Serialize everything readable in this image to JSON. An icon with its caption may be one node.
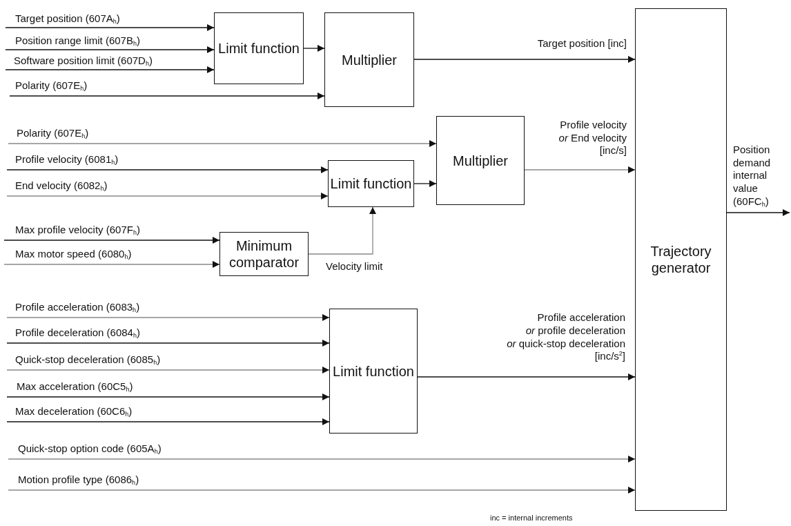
{
  "diagram": {
    "nodes": [
      {
        "text": [
          "Limit function"
        ]
      },
      {
        "text": [
          "Multiplier"
        ]
      },
      {
        "text": [
          "Trajectory generator"
        ]
      },
      {
        "text": [
          "Multiplier"
        ]
      },
      {
        "text": [
          "Limit function"
        ]
      },
      {
        "text": [
          "Minimum comparator"
        ]
      },
      {
        "text": [
          "Limit function"
        ]
      }
    ],
    "edges": [
      {
        "from": null,
        "to": 0,
        "arrow": "to",
        "label": "Target position (607A$_{h}$)"
      },
      {
        "from": null,
        "to": 0,
        "arrow": "to",
        "label": "Position range limit (607B$_{h}$)"
      },
      {
        "from": null,
        "to": 0,
        "arrow": "to",
        "label": "Software position limit (607D$_{h}$)"
      },
      {
        "from": null,
        "to": 1,
        "arrow": "to",
        "label": "Polarity (607E$_{h}$)"
      },
      {
        "from": 0,
        "to": 1,
        "arrow": "to"
      },
      {
        "from": 1,
        "to": 2,
        "arrow": "to",
        "label": "Target position [inc]"
      },
      {
        "from": null,
        "to": 3,
        "arrow": "to",
        "label": "Polarity (607E$_{h}$)",
        "color": "#888888"
      },
      {
        "from": null,
        "to": 4,
        "arrow": "to",
        "label": "Profile velocity (6081$_{h}$)"
      },
      {
        "from": null,
        "to": 4,
        "arrow": "to",
        "label": "End velocity (6082$_{h}$)",
        "color": "#888888"
      },
      {
        "from": null,
        "to": 5,
        "arrow": "to",
        "label": "Max profile velocity (607F$_{h}$)"
      },
      {
        "from": null,
        "to": 5,
        "arrow": "to",
        "label": "Max motor speed (6080$_{h}$)",
        "color": "#888888"
      },
      {
        "from": 5,
        "to": 4,
        "arrow": "to",
        "label": "Velocity limit",
        "color": "#888888"
      },
      {
        "from": 4,
        "to": 3,
        "arrow": "to"
      },
      {
        "from": 3,
        "to": 2,
        "arrow": "to",
        "label": "Profile velocity *or* End velocity [inc/s]",
        "color": "#888888"
      },
      {
        "from": null,
        "to": 6,
        "arrow": "to",
        "label": "Profile acceleration (6083$_{h}$)",
        "color": "#888888"
      },
      {
        "from": null,
        "to": 6,
        "arrow": "to",
        "label": "Profile deceleration (6084$_{h}$)"
      },
      {
        "from": null,
        "to": 6,
        "arrow": "to",
        "label": "Quick-stop deceleration (6085$_{h}$)",
        "color": "#888888"
      },
      {
        "from": null,
        "to": 6,
        "arrow": "to",
        "label": "Max acceleration (60C5$_{h}$)"
      },
      {
        "from": null,
        "to": 6,
        "arrow": "to",
        "label": "Max deceleration (60C6$_{h}$)"
      },
      {
        "from": 6,
        "to": 2,
        "arrow": "to",
        "label": "Profile acceleration *or* profile deceleration *or* quick-stop deceleration [inc/s$^{2}$]"
      },
      {
        "from": null,
        "to": 2,
        "arrow": "to",
        "label": "Quick-stop option code (605A$_{h}$)",
        "color": "#888888"
      },
      {
        "from": null,
        "to": 2,
        "arrow": "to",
        "label": "Motion profile type (6086$_{h}$)",
        "color": "#888888"
      },
      {
        "from": 2,
        "to": null,
        "arrow": "to",
        "label": "Position demand internal value (60FC$_{h}$)"
      }
    ],
    "labels": [
      "inc = internal increments"
    ]
  }
}
